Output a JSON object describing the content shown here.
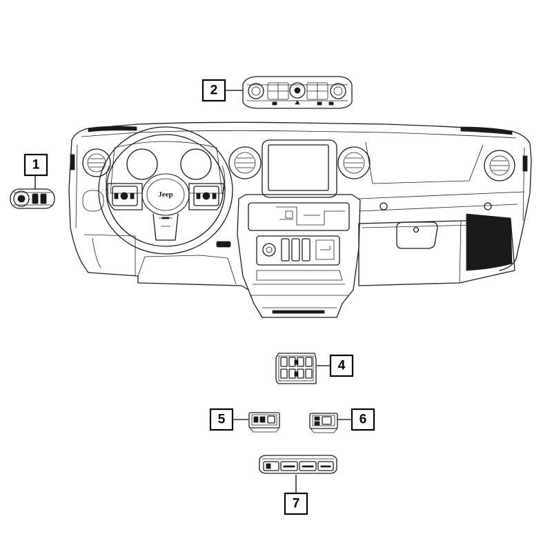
{
  "callouts": [
    {
      "id": "callout-1",
      "label": "1"
    },
    {
      "id": "callout-2",
      "label": "2"
    },
    {
      "id": "callout-4",
      "label": "4"
    },
    {
      "id": "callout-5",
      "label": "5"
    },
    {
      "id": "callout-6",
      "label": "6"
    },
    {
      "id": "callout-7",
      "label": "7"
    }
  ],
  "steering_wheel": {
    "logo_text": "Jeep"
  },
  "colors": {
    "line": "#1a1a1a",
    "background": "#ffffff",
    "callout_border": "#000000"
  }
}
